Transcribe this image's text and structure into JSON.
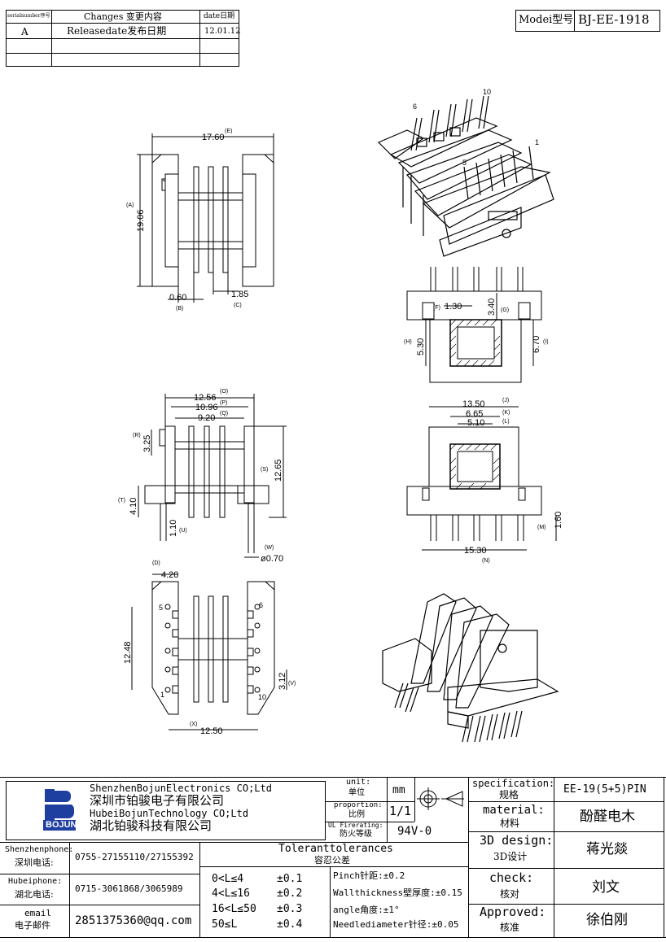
{
  "revision_table": {
    "headers": [
      "serialnumber序号",
      "Changes 变更内容",
      "date日期"
    ],
    "rows": [
      [
        "A",
        "Releasedate发布日期",
        "12.01.12"
      ],
      [
        "",
        "",
        ""
      ],
      [
        "",
        "",
        ""
      ]
    ]
  },
  "model": {
    "label": "Modei型号",
    "value": "BJ-EE-1918"
  },
  "drawing": {
    "top_view": {
      "width": "17.60",
      "width_ref": "(E)",
      "height": "19.06",
      "height_ref": "(A)",
      "dim_b": "0.60",
      "dim_b_ref": "(B)",
      "dim_c": "1.85",
      "dim_c_ref": "(C)"
    },
    "front_view": {
      "f": "1.30",
      "f_ref": "(F)",
      "g": "3.40",
      "g_ref": "(G)",
      "h": "5.30",
      "h_ref": "(H)",
      "i": "6.70",
      "i_ref": "(I)"
    },
    "side_view": {
      "o": "12.56",
      "o_ref": "(O)",
      "p": "10.96",
      "p_ref": "(P)",
      "q": "9.20",
      "q_ref": "(Q)",
      "r": "3.25",
      "r_ref": "(R)",
      "s": "12.65",
      "s_ref": "(S)",
      "t": "4.10",
      "t_ref": "(T)",
      "u": "1.10",
      "u_ref": "(U)",
      "w": "ø0.70",
      "w_ref": "(W)"
    },
    "end_view": {
      "j": "13.50",
      "j_ref": "(J)",
      "k": "6.65",
      "k_ref": "(K)",
      "l": "5.10",
      "l_ref": "(L)",
      "m": "1.60",
      "m_ref": "(M)",
      "n": "15.30",
      "n_ref": "(N)"
    },
    "bottom_view": {
      "d": "4.20",
      "d_ref": "(D)",
      "pitch": "12.48",
      "v": "3.12",
      "v_ref": "(V)",
      "x": "12.50",
      "x_ref": "(X)",
      "pin5": "5",
      "pin6": "6",
      "pin1": "1",
      "pin10": "10"
    },
    "iso_pins": {
      "p6": "6",
      "p10": "10",
      "p1": "1",
      "p5": "5"
    }
  },
  "title_block": {
    "company_en_1": "ShenzhenBojunElectronics CO;Ltd",
    "company_cn_1": "深圳市铂骏电子有限公司",
    "company_en_2": "HubeiBojunTechnology CO;Ltd",
    "company_cn_2": "湖北铂骏科技有限公司",
    "logo_text": "BOJUN",
    "unit_label": "unit:",
    "unit_label_cn": "单位",
    "unit_value": "mm",
    "proportion_label": "proportion:",
    "proportion_label_cn": "比例",
    "proportion_value": "1/1",
    "ul_label": "UL Firerating:",
    "ul_label_cn": "防火等级",
    "ul_value": "94V-0",
    "spec_label": "specification:",
    "spec_label_cn": "规格",
    "spec_value": "EE-19(5+5)PIN",
    "material_label": "material:",
    "material_label_cn": "材料",
    "material_value": "酚醛电木",
    "design_label": "3D design:",
    "design_label_cn": "3D设计",
    "design_value": "蒋光燚",
    "check_label": "check:",
    "check_label_cn": "核对",
    "check_value": "刘文",
    "approved_label": "Approved:",
    "approved_label_cn": "核准",
    "approved_value": "徐伯刚",
    "shenzhen_phone_label": "Shenzhenphone:",
    "shenzhen_phone_label_cn": "深圳电话:",
    "shenzhen_phone": "0755-27155110/27155392",
    "hubei_phone_label": "Hubeiphone:",
    "hubei_phone_label_cn": "湖北电话:",
    "hubei_phone": "0715-3061868/3065989",
    "email_label": "email",
    "email_label_cn": "电子邮件",
    "email": "2851375360@qq.com",
    "tolerance_title": "Toleranttolerances",
    "tolerance_title_cn": "容忍公差",
    "tolerances": [
      {
        "range": "0<L≤4",
        "value": "±0.1"
      },
      {
        "range": "4<L≤16",
        "value": "±0.2"
      },
      {
        "range": "16<L≤50",
        "value": "±0.3"
      },
      {
        "range": "50≤L",
        "value": "±0.4"
      }
    ],
    "notes": [
      "Pinch针距:±0.2",
      "Wallthickness壁厚度:±0.15",
      "angle角度:±1°",
      "Needlediameter针径:±0.05"
    ]
  }
}
